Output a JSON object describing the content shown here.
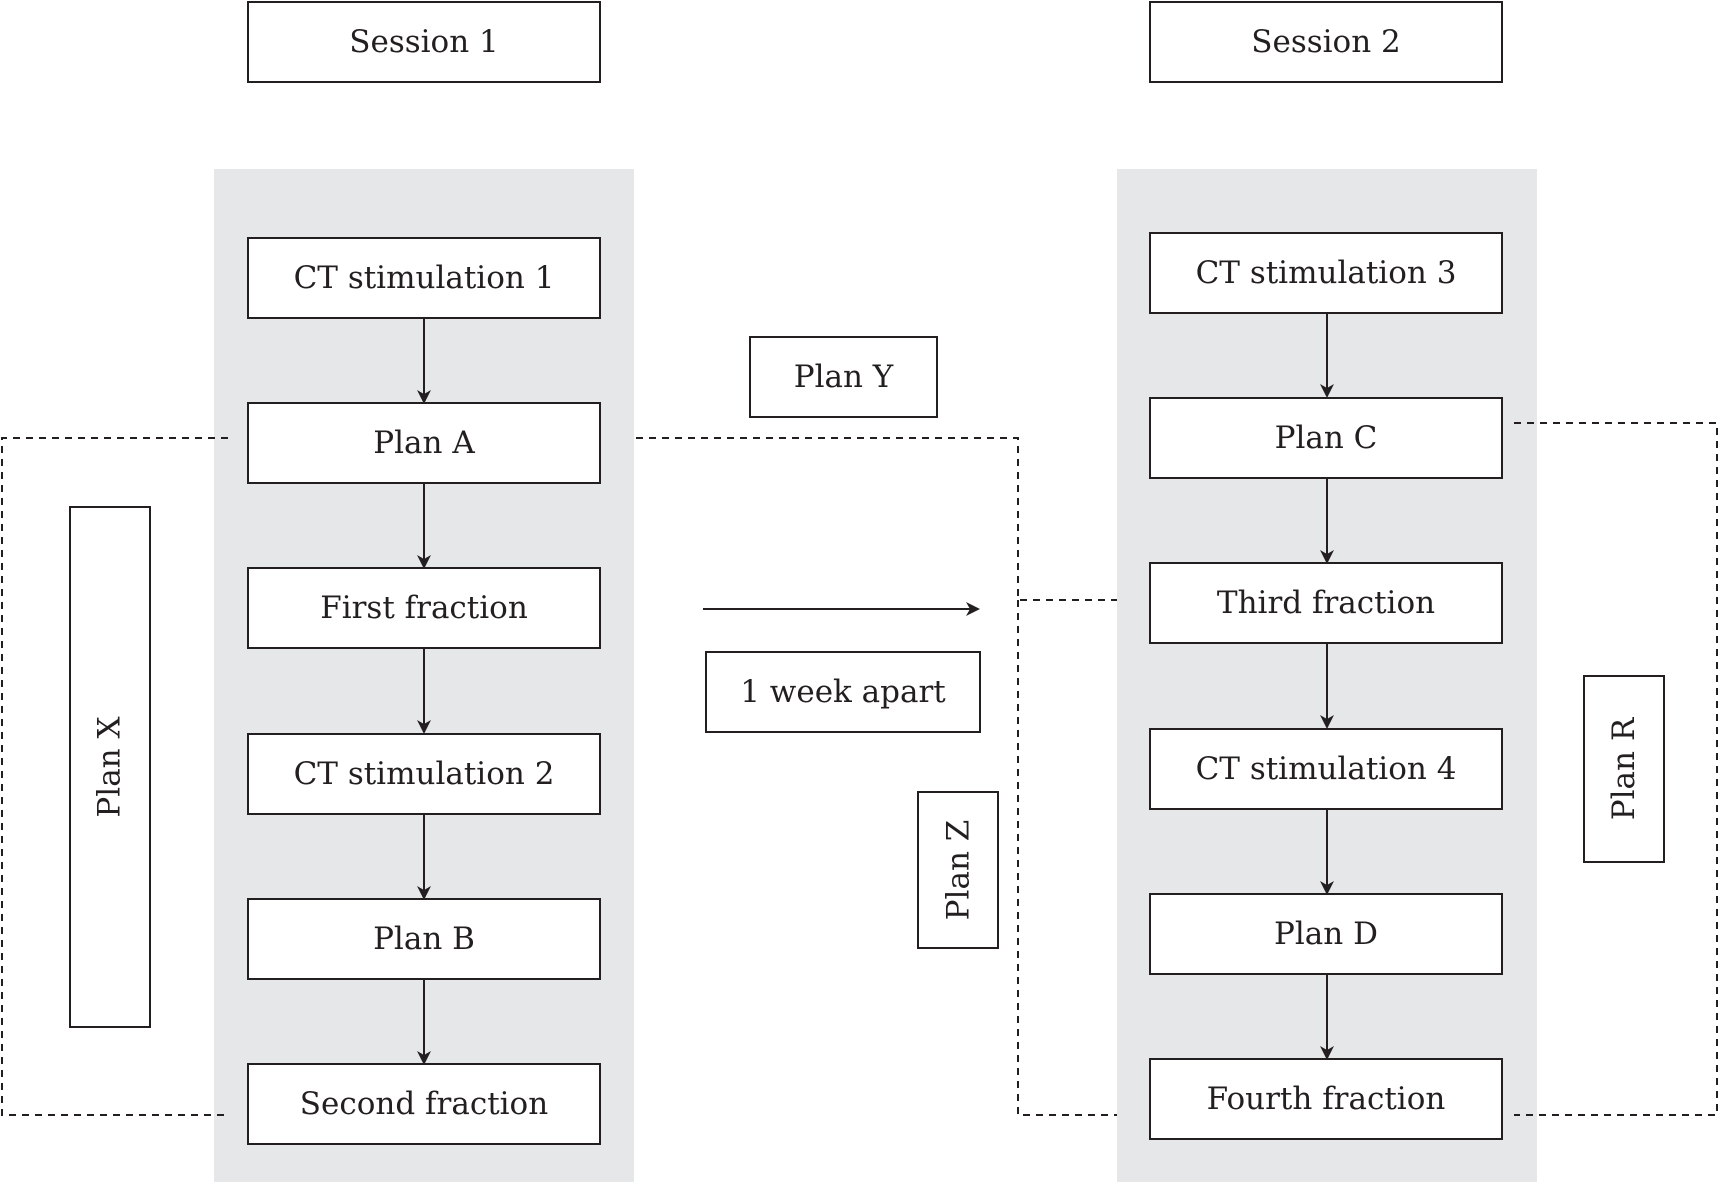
{
  "sessions": {
    "left": "Session 1",
    "right": "Session 2"
  },
  "session1_steps": [
    "CT stimulation 1",
    "Plan A",
    "First fraction",
    "CT stimulation 2",
    "Plan B",
    "Second fraction"
  ],
  "session2_steps": [
    "CT stimulation 3",
    "Plan C",
    "Third fraction",
    "CT stimulation 4",
    "Plan D",
    "Fourth fraction"
  ],
  "plans": {
    "x": "Plan X",
    "y": "Plan Y",
    "z": "Plan Z",
    "r": "Plan R"
  },
  "interval_label": "1 week apart",
  "colors": {
    "panel": "#e6e7e8",
    "line": "#231f20",
    "box_fill": "#ffffff"
  }
}
